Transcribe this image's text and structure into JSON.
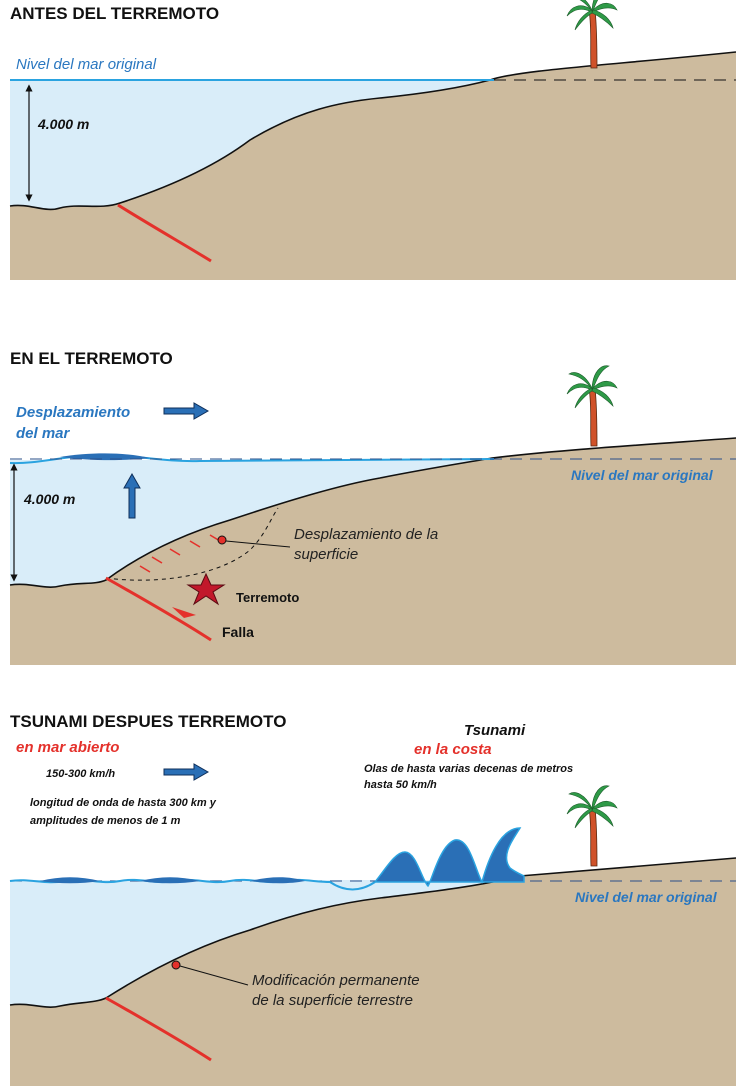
{
  "colors": {
    "land": "#cdbb9e",
    "sea": "#d9edf9",
    "sea_line": "#2aa3e0",
    "wave": "#2a6fb6",
    "fault": "#e4312b",
    "arrow": "#2a6fb6",
    "palm_trunk": "#d0522a",
    "palm_leaves": "#2e9a47"
  },
  "panel1": {
    "title": "ANTES DEL TERREMOTO",
    "sea_level_label": "Nivel del mar original",
    "depth_label": "4.000 m"
  },
  "panel2": {
    "title": "EN EL TERREMOTO",
    "displacement_label_line1": "Desplazamiento",
    "displacement_label_line2": "del mar",
    "depth_label": "4.000 m",
    "surface_label_line1": "Desplazamiento de la",
    "surface_label_line2": "superficie",
    "earthquake_label": "Terremoto",
    "fault_label": "Falla",
    "sea_level_label": "Nivel del mar original"
  },
  "panel3": {
    "title": "TSUNAMI DESPUES TERREMOTO",
    "open_sea_label": "en mar abierto",
    "speed_label": "150-300 km/h",
    "wave_desc_line1": "longitud de onda de hasta 300 km y",
    "wave_desc_line2": "amplitudes de menos de 1 m",
    "tsunami_label": "Tsunami",
    "coast_label": "en la costa",
    "coast_desc_line1": "Olas de hasta varias decenas de metros",
    "coast_desc_line2": "hasta 50 km/h",
    "permanent_label_line1": "Modificación permanente",
    "permanent_label_line2": "de la superficie terrestre",
    "sea_level_label": "Nivel del mar original"
  }
}
